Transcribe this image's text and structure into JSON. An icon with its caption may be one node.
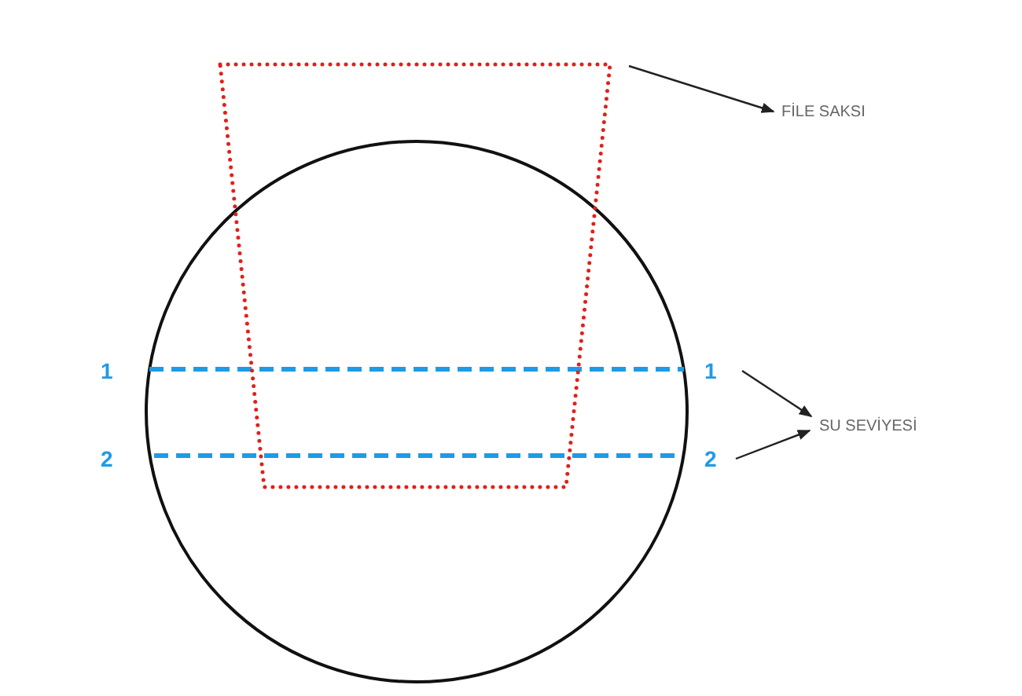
{
  "diagram": {
    "nodes": [
      {
        "text": [],
        "shape": "box"
      },
      {
        "text": [
          "FİLE SAKSI"
        ]
      },
      {
        "text": [
          "1"
        ]
      },
      {
        "text": [
          "SU SEVİYESİ"
        ]
      },
      {
        "text": [
          "2"
        ]
      }
    ],
    "edges": [
      {
        "from": 0,
        "to": 1,
        "arrow": "to"
      },
      {
        "from": 2,
        "to": 3,
        "arrow": "to"
      },
      {
        "from": 4,
        "to": 3,
        "arrow": "to"
      }
    ],
    "labels": [
      "1",
      "2"
    ]
  }
}
